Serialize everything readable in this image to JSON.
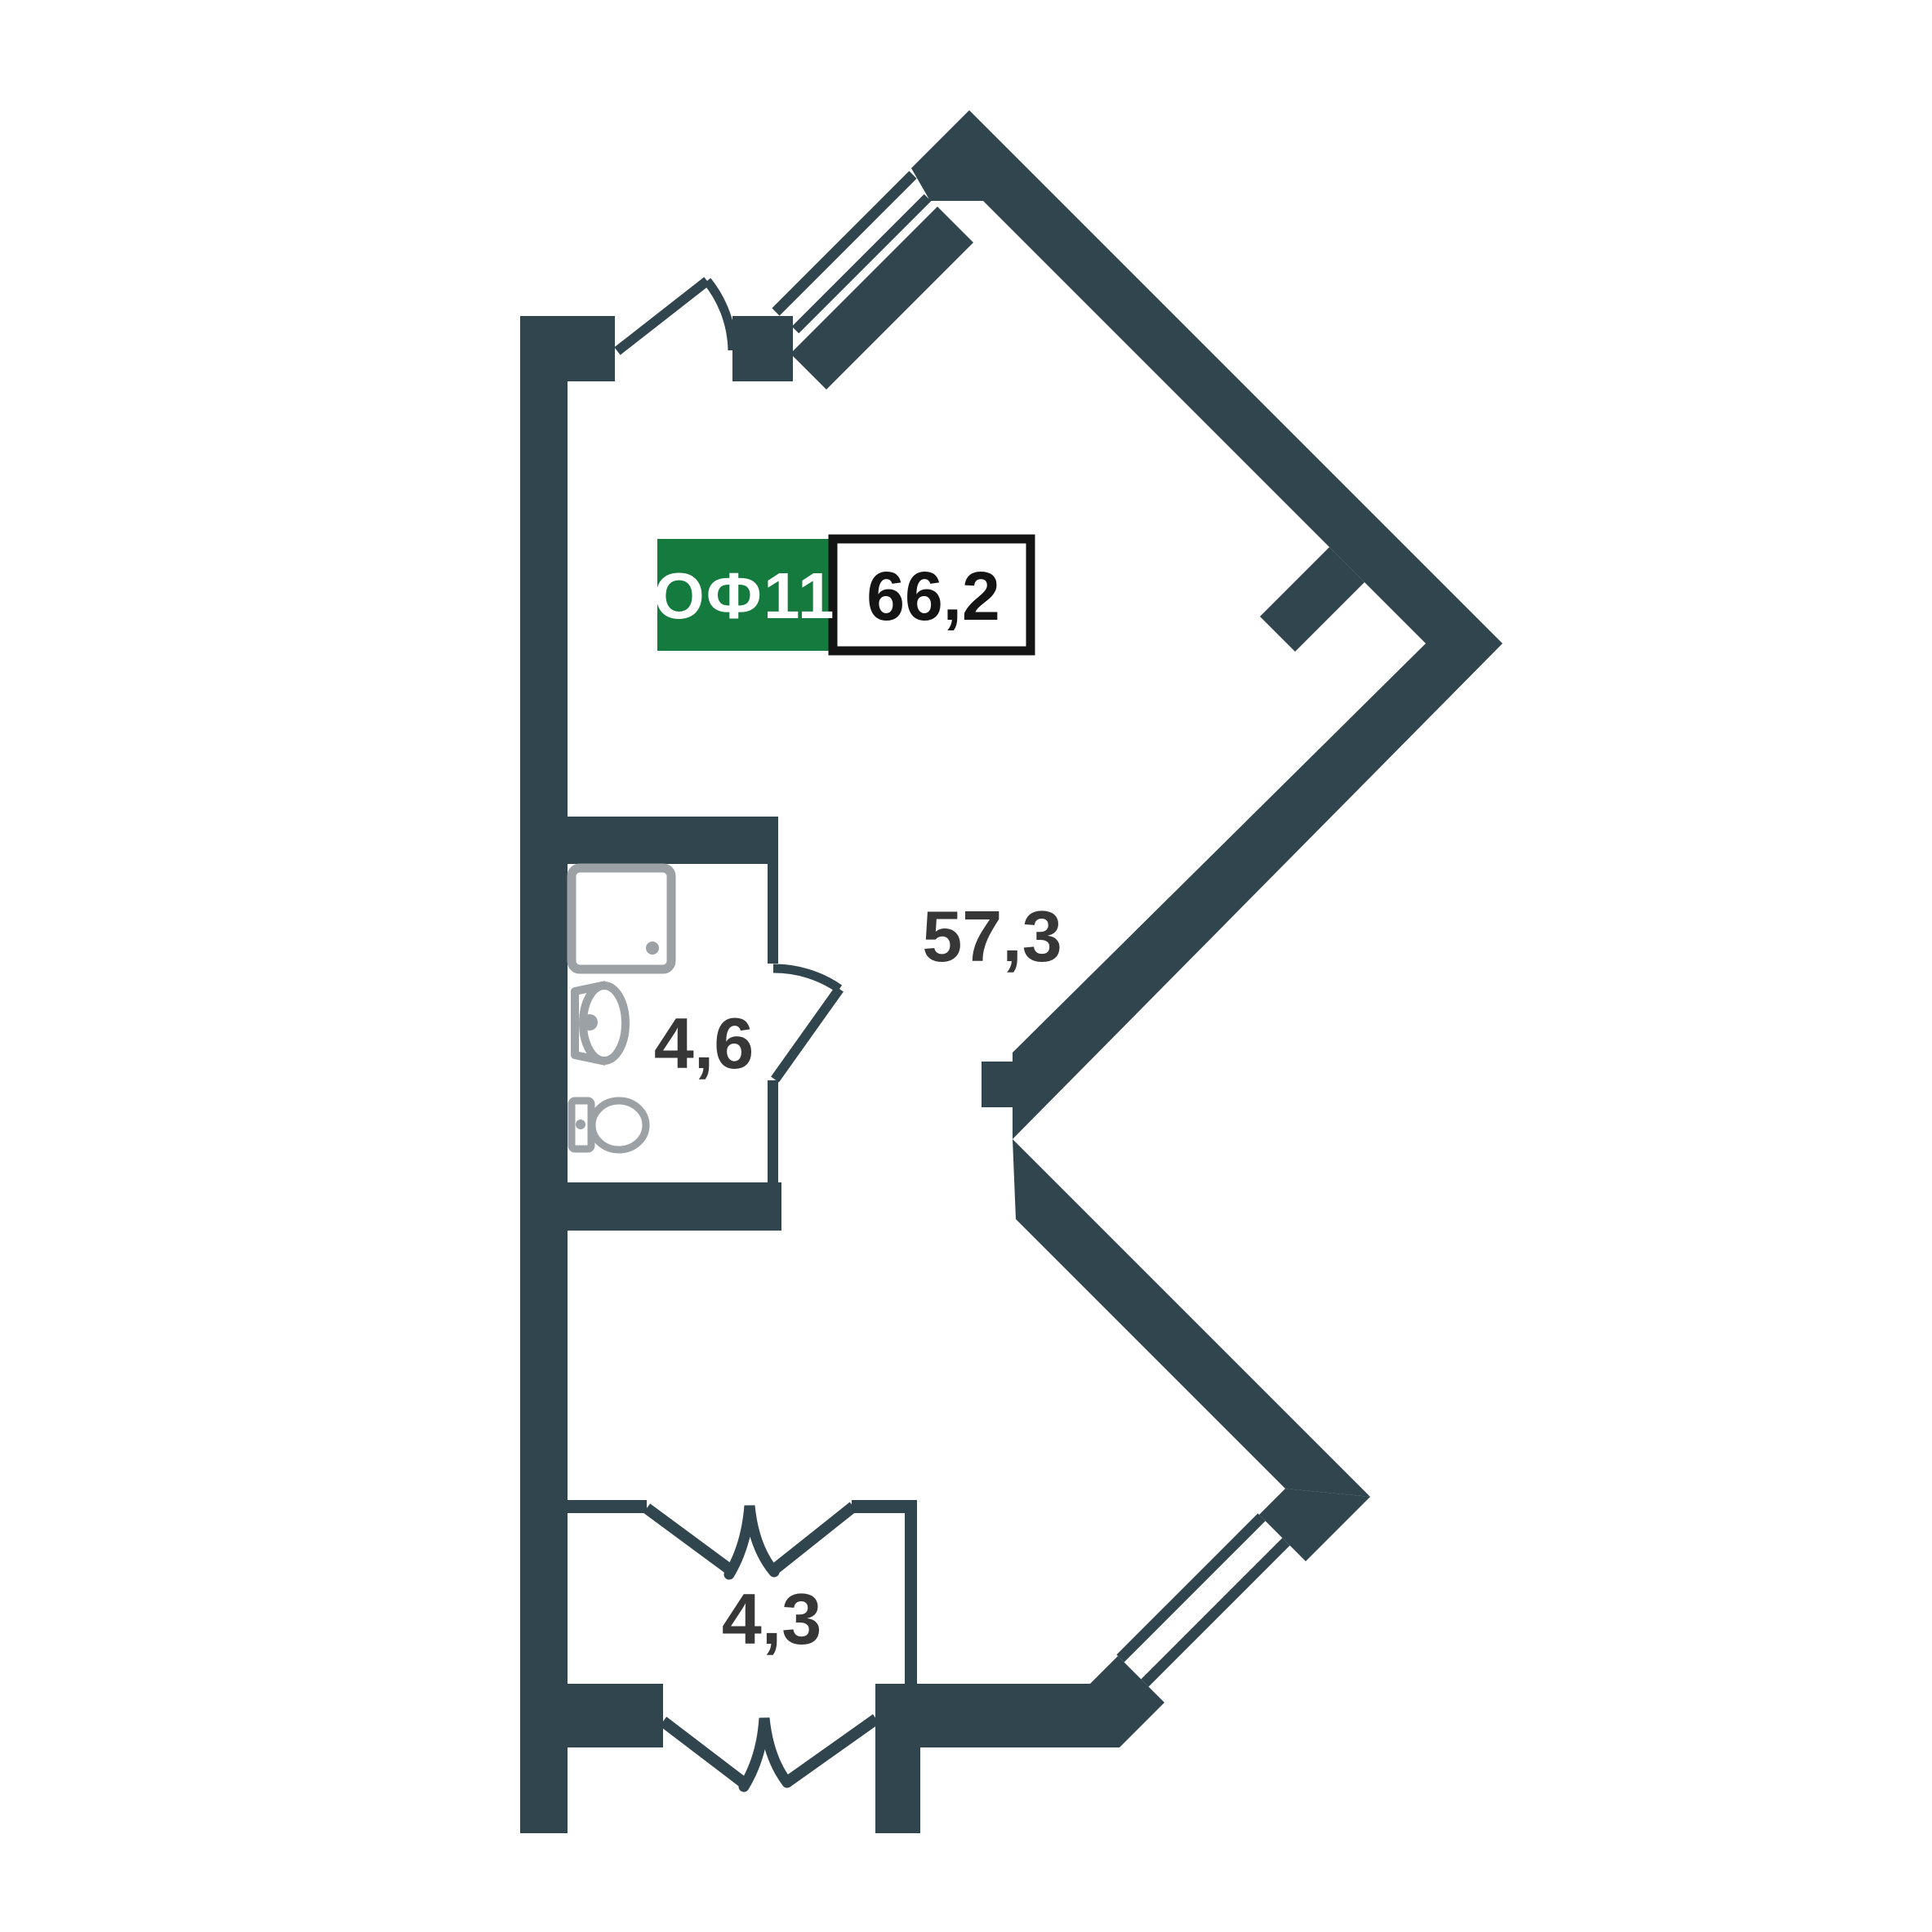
{
  "plan": {
    "unit": {
      "label": "ОФ11",
      "area": "66,2"
    },
    "rooms": [
      {
        "id": "main-room",
        "area": "57,3"
      },
      {
        "id": "bathroom",
        "area": "4,6"
      },
      {
        "id": "entry-hall",
        "area": "4,3"
      }
    ]
  },
  "colors": {
    "wall": "#31454E",
    "fixture": "#9CA1A5",
    "label": "#373737",
    "accent": "#157A3D",
    "badge-border": "#141414",
    "badge-text": "#141414",
    "badge-label-text": "#FFFFFF",
    "bg": "#FFFFFF"
  }
}
